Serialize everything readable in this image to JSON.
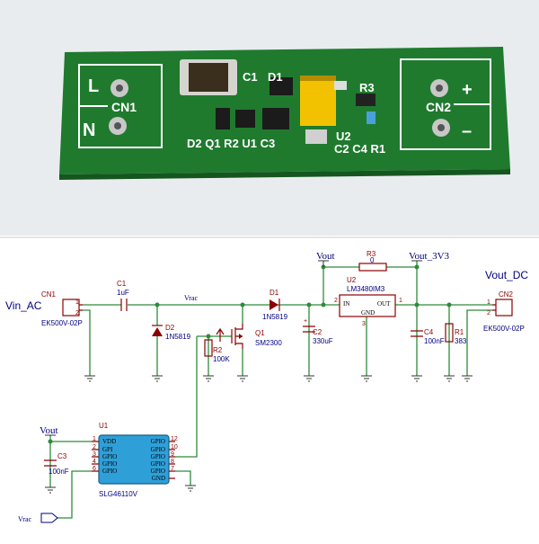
{
  "board": {
    "silkscreen": {
      "cn1_l": "L",
      "cn1_n": "N",
      "cn1": "CN1",
      "c1": "C1",
      "d1": "D1",
      "r3": "R3",
      "cn2": "CN2",
      "plus": "+",
      "minus": "–",
      "bottom_left": "D2 Q1 R2 U1 C3",
      "u2": "U2",
      "bottom_right": "C2 C4 R1"
    },
    "colors": {
      "pcb": "#1f7a2e",
      "pad": "#c8c8c8",
      "tantalum": "#f2c200",
      "background": "#e9ecef"
    }
  },
  "schematic": {
    "nets": {
      "vin_ac": "Vin_AC",
      "vrac_top": "Vrac",
      "vout_left": "Vout",
      "vout_3v3": "Vout_3V3",
      "vout_dc": "Vout_DC",
      "vout_u1": "Vout",
      "vrac_flag": "Vrac"
    },
    "cn1": {
      "ref": "CN1",
      "value": "EK500V-02P",
      "pin1": "1",
      "pin2": "2"
    },
    "c1": {
      "ref": "C1",
      "value": "1uF"
    },
    "d2": {
      "ref": "D2",
      "value": "1N5819"
    },
    "r2": {
      "ref": "R2",
      "value": "100K"
    },
    "q1": {
      "ref": "Q1",
      "value": "SM2300"
    },
    "d1": {
      "ref": "D1",
      "value": "1N5819"
    },
    "c2": {
      "ref": "C2",
      "value": "330uF",
      "polarity": "+"
    },
    "r3": {
      "ref": "R3",
      "value": "0"
    },
    "u2": {
      "ref": "U2",
      "value": "LM3480IM3",
      "in": "IN",
      "out": "OUT",
      "gnd": "GND",
      "pin_in": "2",
      "pin_out": "1",
      "pin_gnd": "3"
    },
    "c4": {
      "ref": "C4",
      "value": "100nF"
    },
    "r1": {
      "ref": "R1",
      "value": "383"
    },
    "cn2": {
      "ref": "CN2",
      "value": "EK500V-02P",
      "pin1": "1",
      "pin2": "2"
    },
    "c3": {
      "ref": "C3",
      "value": "100nF"
    },
    "u1": {
      "ref": "U1",
      "value": "SLG46110V",
      "left_pins": [
        {
          "num": "1",
          "name": "VDD"
        },
        {
          "num": "2",
          "name": "GPI"
        },
        {
          "num": "3",
          "name": "GPIO"
        },
        {
          "num": "4",
          "name": "GPIO"
        },
        {
          "num": "6",
          "name": "GPIO"
        }
      ],
      "right_pins": [
        {
          "num": "12",
          "name": "GPIO"
        },
        {
          "num": "10",
          "name": "GPIO"
        },
        {
          "num": "9",
          "name": "GPIO"
        },
        {
          "num": "8",
          "name": "GPIO"
        },
        {
          "num": "7",
          "name": "GPIO"
        },
        {
          "num": "",
          "name": "GND"
        }
      ]
    },
    "colors": {
      "wire": "#2e8b3a",
      "component": "#8b0000",
      "net_label": "#000080",
      "chip_fill": "#2f9fd8"
    }
  }
}
